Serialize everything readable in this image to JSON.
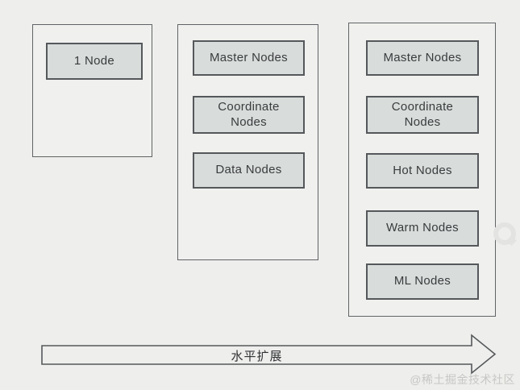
{
  "diagram": {
    "clusters": [
      {
        "name": "single-node-cluster",
        "nodes": [
          {
            "label": "1 Node"
          }
        ]
      },
      {
        "name": "three-role-cluster",
        "nodes": [
          {
            "label": "Master Nodes"
          },
          {
            "label": "Coordinate\nNodes"
          },
          {
            "label": "Data Nodes"
          }
        ]
      },
      {
        "name": "five-role-cluster",
        "nodes": [
          {
            "label": "Master Nodes"
          },
          {
            "label": "Coordinate\nNodes"
          },
          {
            "label": "Hot Nodes"
          },
          {
            "label": "Warm Nodes"
          },
          {
            "label": "ML Nodes"
          }
        ]
      }
    ],
    "arrow": {
      "label": "水平扩展",
      "direction": "right"
    }
  },
  "watermark": {
    "text": "@稀土掘金技术社区",
    "logo": "juejin-q-mark"
  },
  "colors": {
    "background": "#eeeeec",
    "cluster_fill": "#f0f0ee",
    "node_fill": "#d8dcda",
    "border": "#55585b",
    "text": "#3a3c3e",
    "watermark": "#c7c7c5"
  }
}
